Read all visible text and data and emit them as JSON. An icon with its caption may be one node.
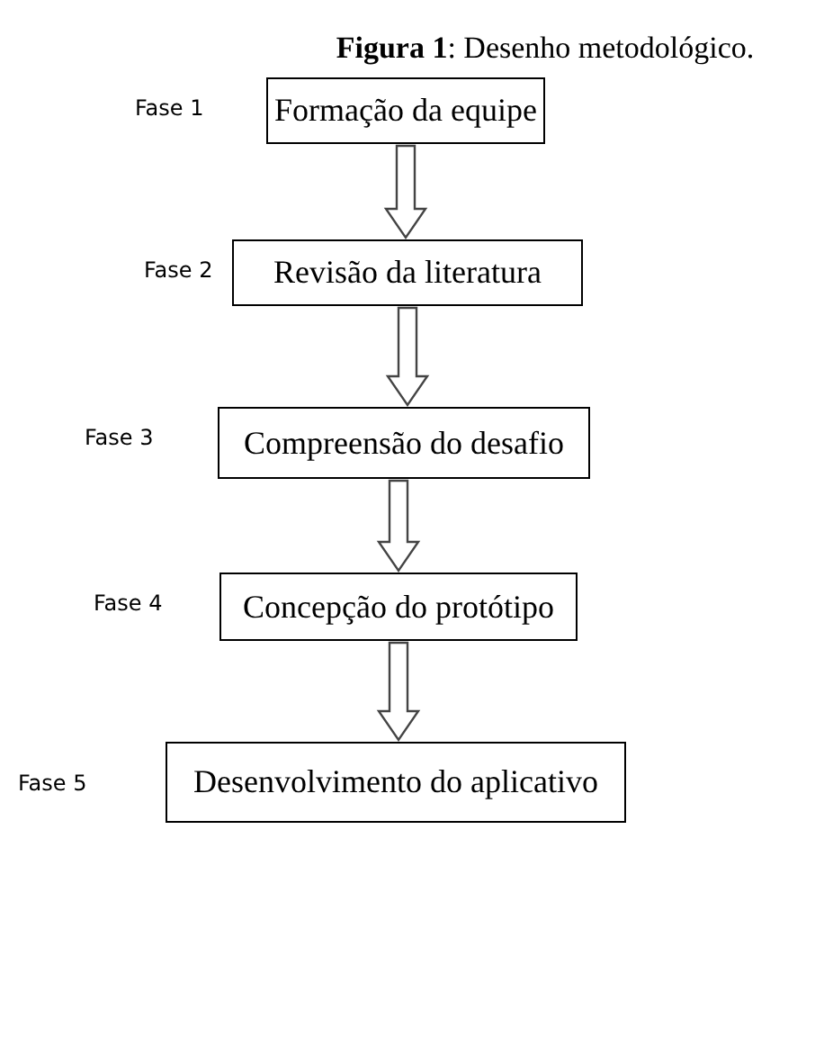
{
  "diagram": {
    "title": "**Figura 1**: Desenho metodológico.",
    "nodes": [
      {
        "text": [
          "Formação da equipe"
        ],
        "beside": [
          "Fase 1"
        ]
      },
      {
        "text": [
          "Revisão da literatura"
        ],
        "beside": [
          "Fase 2"
        ]
      },
      {
        "text": [
          "Compreensão do desafio"
        ],
        "beside": [
          "Fase 3"
        ]
      },
      {
        "text": [
          "Concepção do protótipo"
        ],
        "beside": [
          "Fase 4"
        ]
      },
      {
        "text": [
          "Desenvolvimento do aplicativo"
        ],
        "beside": [
          "Fase 5"
        ]
      }
    ],
    "edges": [
      {
        "from": 0,
        "to": 1,
        "arrow": "to"
      },
      {
        "from": 1,
        "to": 2,
        "arrow": "to"
      },
      {
        "from": 2,
        "to": 3,
        "arrow": "to"
      },
      {
        "from": 3,
        "to": 4,
        "arrow": "to"
      }
    ]
  }
}
